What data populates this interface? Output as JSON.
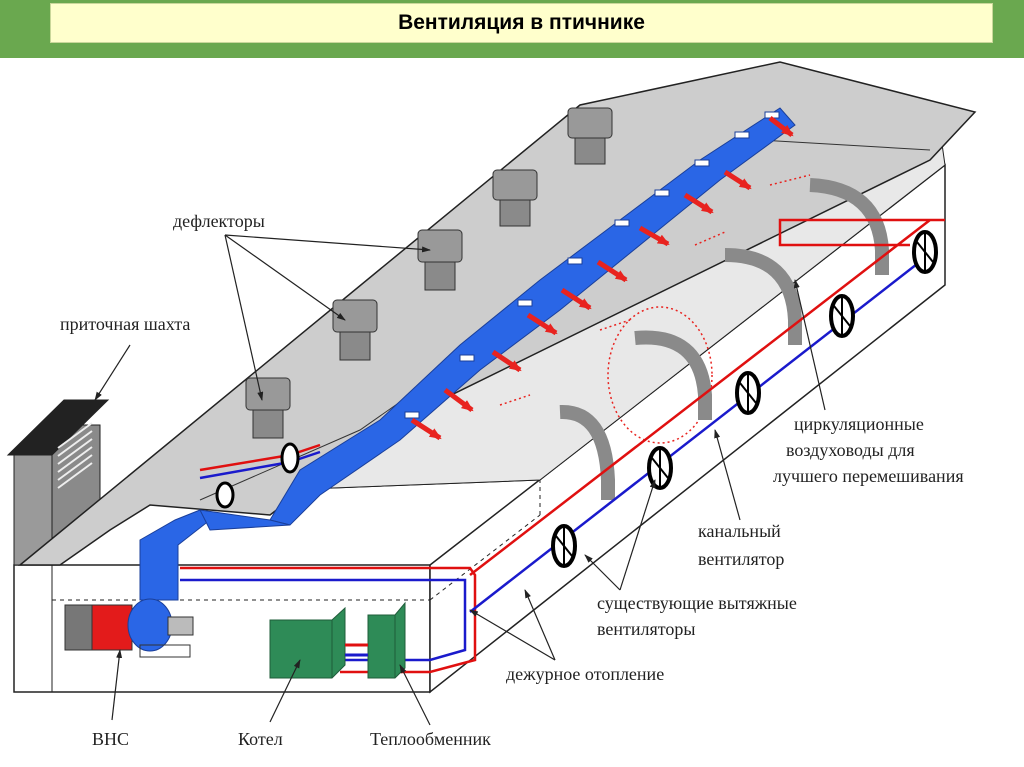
{
  "header": {
    "title": "Вентиляция в птичнике"
  },
  "labels": {
    "deflectors": "дефлекторы",
    "intake_shaft": "приточная шахта",
    "circulation_ducts": [
      "циркуляционные",
      "воздуховоды для",
      "лучшего перемешивания"
    ],
    "channel_fan": [
      "канальный",
      "вентилятор"
    ],
    "exhaust_fans": [
      "существующие вытяжные",
      "вентиляторы"
    ],
    "standby_heating": "дежурное отопление",
    "vns": "ВНС",
    "boiler": "Котел",
    "heat_exchanger": "Теплообменник"
  },
  "colors": {
    "header_band": "#6aa84f",
    "header_box": "#ffffcc",
    "roof": "#cdcdcd",
    "duct": "#2a66e6",
    "airflow_arrow": "#e8231f",
    "heating_red": "#e01010",
    "heating_blue": "#1a1acc",
    "boiler": "#2e8b57",
    "heater": "#e31b1b",
    "circ_duct": "#8a8a8a"
  }
}
